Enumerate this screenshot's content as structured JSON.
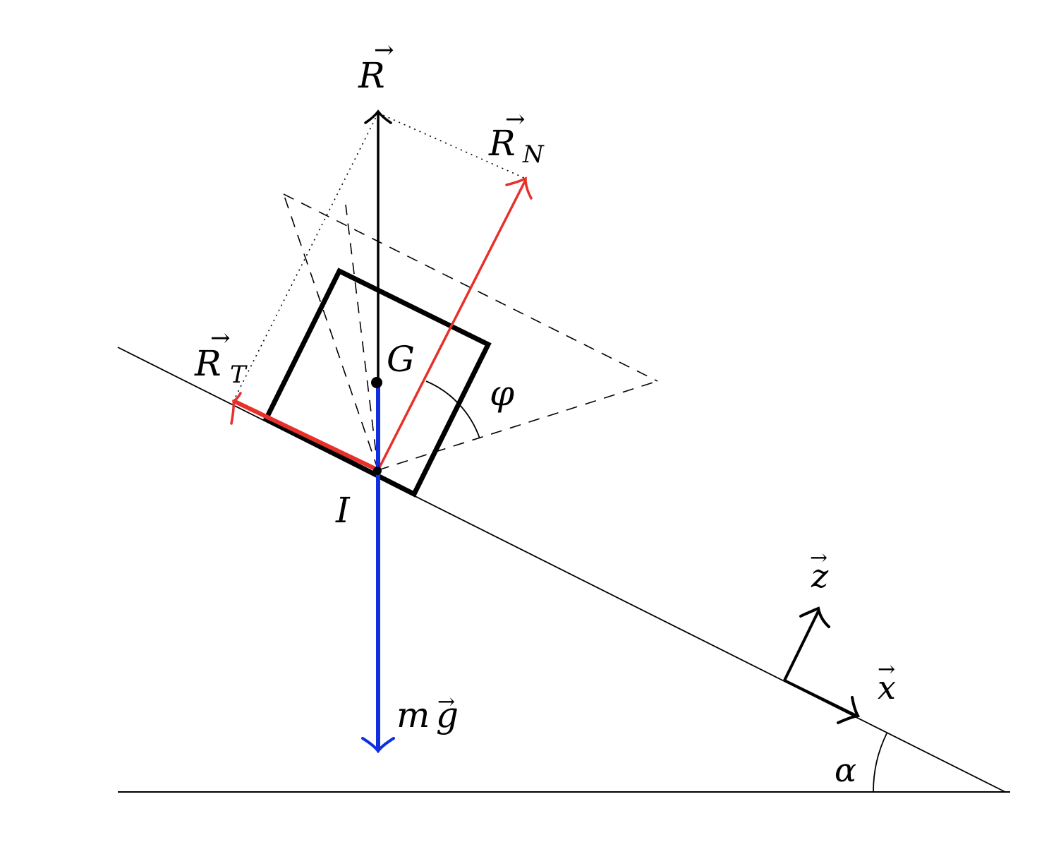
{
  "labels": {
    "R": "R",
    "RN_main": "R",
    "RN_sub": "N",
    "RT_main": "R",
    "RT_sub": "T",
    "G": "G",
    "I": "I",
    "phi": "φ",
    "mg_m": "m",
    "mg_g": "g",
    "z": "z",
    "x": "x",
    "alpha": "α"
  },
  "vector_arrow_glyph": "→",
  "colors": {
    "ink": "#000000",
    "reaction_components": "#e8302a",
    "weight": "#1030e0"
  }
}
